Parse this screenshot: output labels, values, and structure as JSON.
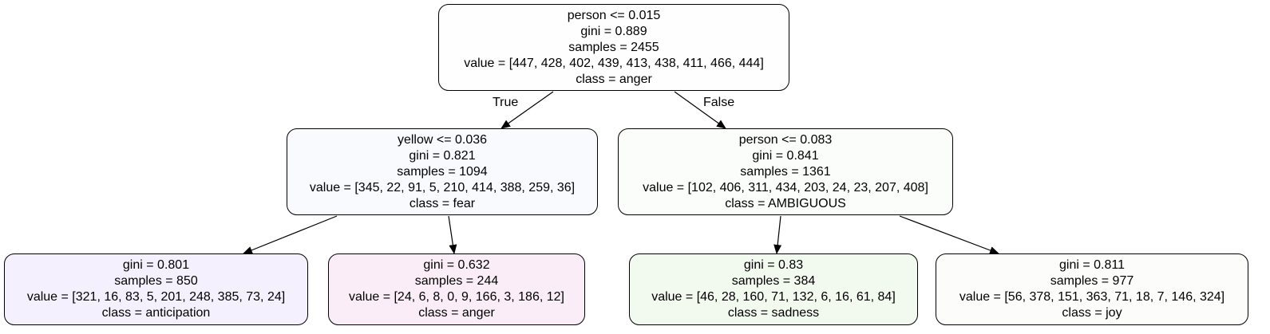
{
  "tree": {
    "nodes": [
      {
        "split": "person <= 0.015",
        "gini": "gini = 0.889",
        "samples": "samples = 2455",
        "value": "value = [447, 428, 402, 439, 413, 438, 411, 466, 444]",
        "class": "class = anger",
        "fill": "#fefefe"
      },
      {
        "split": "yellow <= 0.036",
        "gini": "gini = 0.821",
        "samples": "samples = 1094",
        "value": "value = [345, 22, 91, 5, 210, 414, 388, 259, 36]",
        "class": "class = fear",
        "fill": "#f9fafd"
      },
      {
        "split": "person <= 0.083",
        "gini": "gini = 0.841",
        "samples": "samples = 1361",
        "value": "value = [102, 406, 311, 434, 203, 24, 23, 207, 408]",
        "class": "class = AMBIGUOUS",
        "fill": "#fbfdfb"
      },
      {
        "gini": "gini = 0.801",
        "samples": "samples = 850",
        "value": "value = [321, 16, 83, 5, 201, 248, 385, 73, 24]",
        "class": "class = anticipation",
        "fill": "#f5f0fd"
      },
      {
        "gini": "gini = 0.632",
        "samples": "samples = 244",
        "value": "value = [24, 6, 8, 0, 9, 166, 3, 186, 12]",
        "class": "class = anger",
        "fill": "#fbedf8"
      },
      {
        "gini": "gini = 0.83",
        "samples": "samples = 384",
        "value": "value = [46, 28, 160, 71, 132, 6, 16, 61, 84]",
        "class": "class = sadness",
        "fill": "#f2f9ef"
      },
      {
        "gini": "gini = 0.811",
        "samples": "samples = 977",
        "value": "value = [56, 378, 151, 363, 71, 18, 7, 146, 324]",
        "class": "class = joy",
        "fill": "#fcfdfb"
      }
    ],
    "edge_labels": {
      "true": "True",
      "false": "False"
    }
  }
}
